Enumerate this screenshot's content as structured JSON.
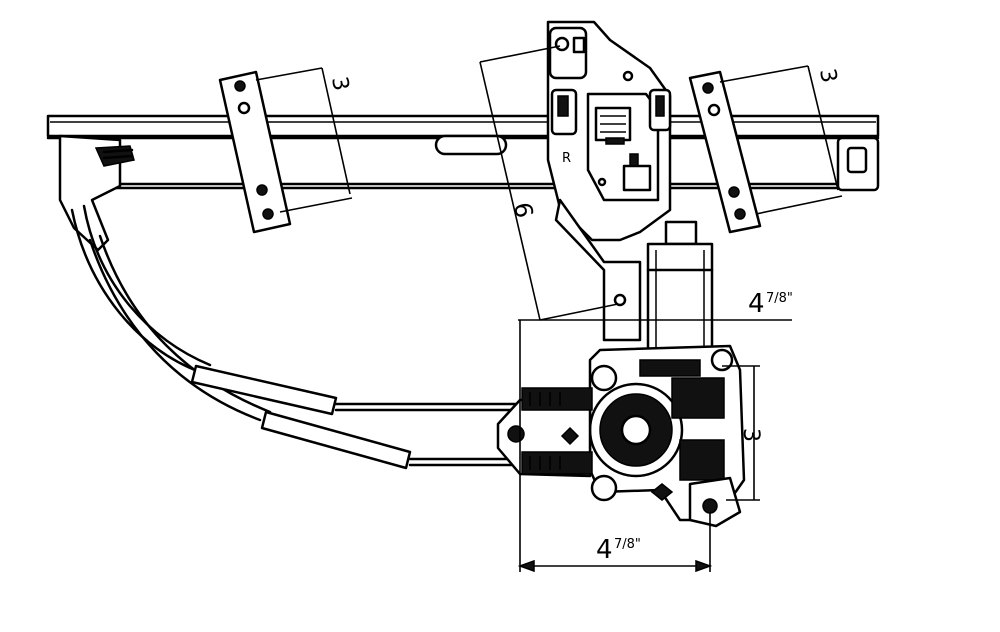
{
  "diagram": {
    "dimensions": {
      "left_bracket": {
        "whole": "3",
        "fraction": ""
      },
      "right_bracket": {
        "whole": "3",
        "fraction": ""
      },
      "center_bracket": {
        "whole": "6",
        "fraction": ""
      },
      "motor_top": {
        "whole": "4",
        "fraction": "7/8\""
      },
      "motor_right": {
        "whole": "3",
        "fraction": ""
      },
      "bottom": {
        "whole": "4",
        "fraction": "7/8\""
      }
    }
  }
}
